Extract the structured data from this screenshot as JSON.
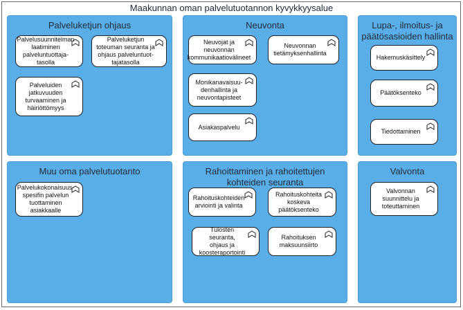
{
  "diagram": {
    "title": "Maakunnan oman palvelutuotannon kyvykkyysalue",
    "icon": "capability-icon",
    "groups": [
      {
        "title": "Palveluketjun ohjaus",
        "items": [
          "Palvelusuunnitelman\nlaatiminen\npalveluntuottaja-\ntasolla",
          "Palveluketjun\ntoteuman seuranta ja\nohjaus palveluntuot-\ntajatasolla",
          "Palveluiden\njatkuvuuden\nturvaaminen ja\nhäiriöttömyys"
        ]
      },
      {
        "title": "Neuvonta",
        "items": [
          "Neuvojat ja neuvonnan\nkommunikaatiovälineet",
          "Neuvonnan\ntietämyksenhallinta",
          "Monikanavaisuu-\ndenhallinta ja\nneuvontapisteet",
          "Asiakaspalvelu"
        ]
      },
      {
        "title": "Lupa-, ilmoitus- ja\npäätösasioiden hallinta",
        "items": [
          "Hakemuskäsittely",
          "Päätöksenteko",
          "Tiedottaminen"
        ]
      },
      {
        "title": "Muu oma palvelutuotanto",
        "items": [
          "Palvelukokonaisuus-\nspesifin palvelun\ntuottaminen\nasiakkaalle"
        ]
      },
      {
        "title": "Rahoittaminen ja rahoitettujen\nkohteiden seuranta",
        "items": [
          "Rahoituskohteiden\narviointi ja valinta",
          "Rahoituskohteita\nkoskeva\npäätöksenteko",
          "Tulosten seuranta,\nohjaus ja\nkoosteraportointi",
          "Rahoituksen\nmaksuunsiirto"
        ]
      },
      {
        "title": "Valvonta",
        "items": [
          "Valvonnan\nsuunnittelu ja\ntoteuttaminen"
        ]
      }
    ]
  }
}
